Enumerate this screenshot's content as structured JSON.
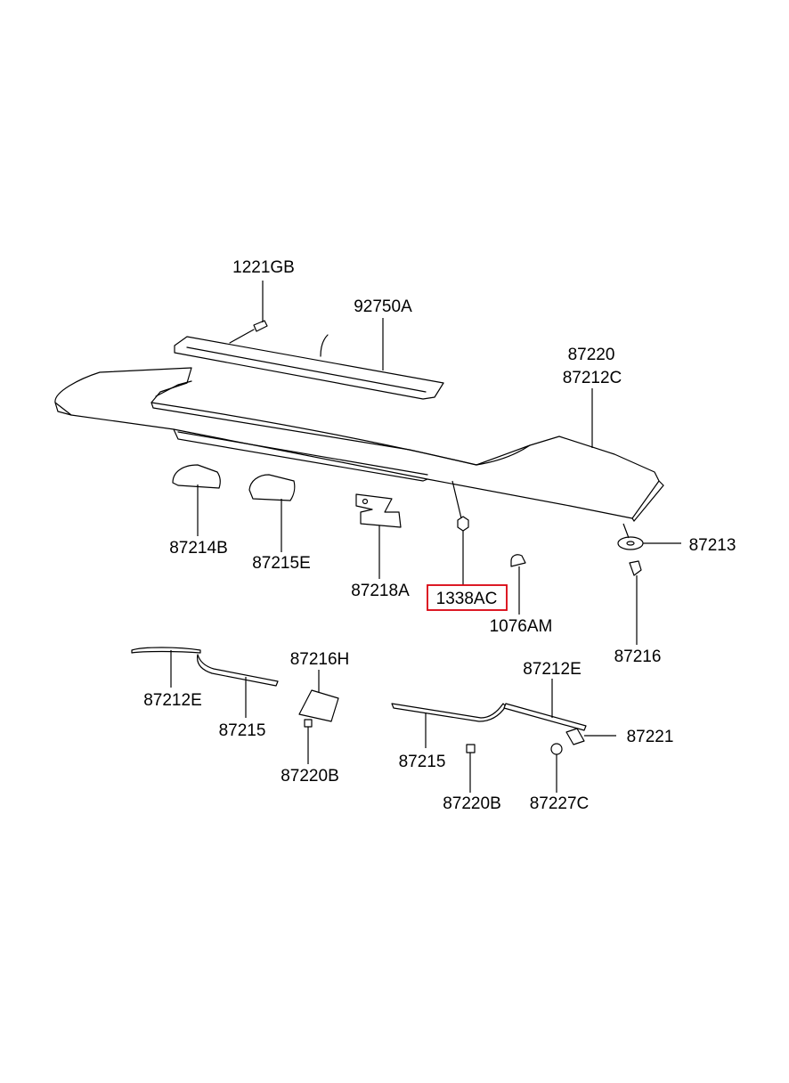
{
  "labels": {
    "p1221GB": "1221GB",
    "p92750A": "92750A",
    "p87220": "87220",
    "p87212C": "87212C",
    "p87214B": "87214B",
    "p87215E": "87215E",
    "p87218A": "87218A",
    "p1338AC": "1338AC",
    "p1076AM": "1076AM",
    "p87213": "87213",
    "p87216": "87216",
    "p87216H": "87216H",
    "p87212E_left": "87212E",
    "p87215_left": "87215",
    "p87220B_left": "87220B",
    "p87212E_right": "87212E",
    "p87221": "87221",
    "p87215_right": "87215",
    "p87220B_right": "87220B",
    "p87227C": "87227C"
  },
  "highlight": {
    "part": "1338AC",
    "color": "#d9000d"
  }
}
